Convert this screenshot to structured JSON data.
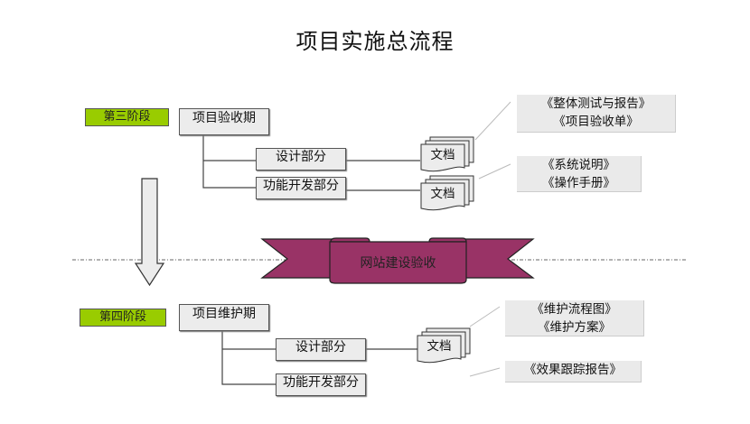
{
  "title": "项目实施总流程",
  "colors": {
    "stage_green": "#99cc00",
    "banner_fill": "#993366",
    "box_fill": "#ececec",
    "line": "#555555"
  },
  "phase3": {
    "stage_label": "第三阶段",
    "period_label": "项目验收期",
    "branches": [
      {
        "label": "设计部分",
        "doc": "文档"
      },
      {
        "label": "功能开发部分",
        "doc": "文档"
      }
    ],
    "notes": [
      {
        "lines": [
          "《整体测试与报告》",
          "《项目验收单》"
        ]
      },
      {
        "lines": [
          "《系统说明》",
          "《操作手册》"
        ]
      }
    ]
  },
  "banner": {
    "label": "网站建设验收"
  },
  "phase4": {
    "stage_label": "第四阶段",
    "period_label": "项目维护期",
    "branches": [
      {
        "label": "设计部分",
        "doc": "文档"
      },
      {
        "label": "功能开发部分"
      }
    ],
    "notes": [
      {
        "lines": [
          "《维护流程图》",
          "《维护方案》"
        ]
      },
      {
        "lines": [
          "《效果跟踪报告》"
        ]
      }
    ]
  },
  "icons": {
    "down_arrow": "down-arrow-icon",
    "document": "document-stack-icon",
    "ribbon": "ribbon-banner-icon"
  }
}
